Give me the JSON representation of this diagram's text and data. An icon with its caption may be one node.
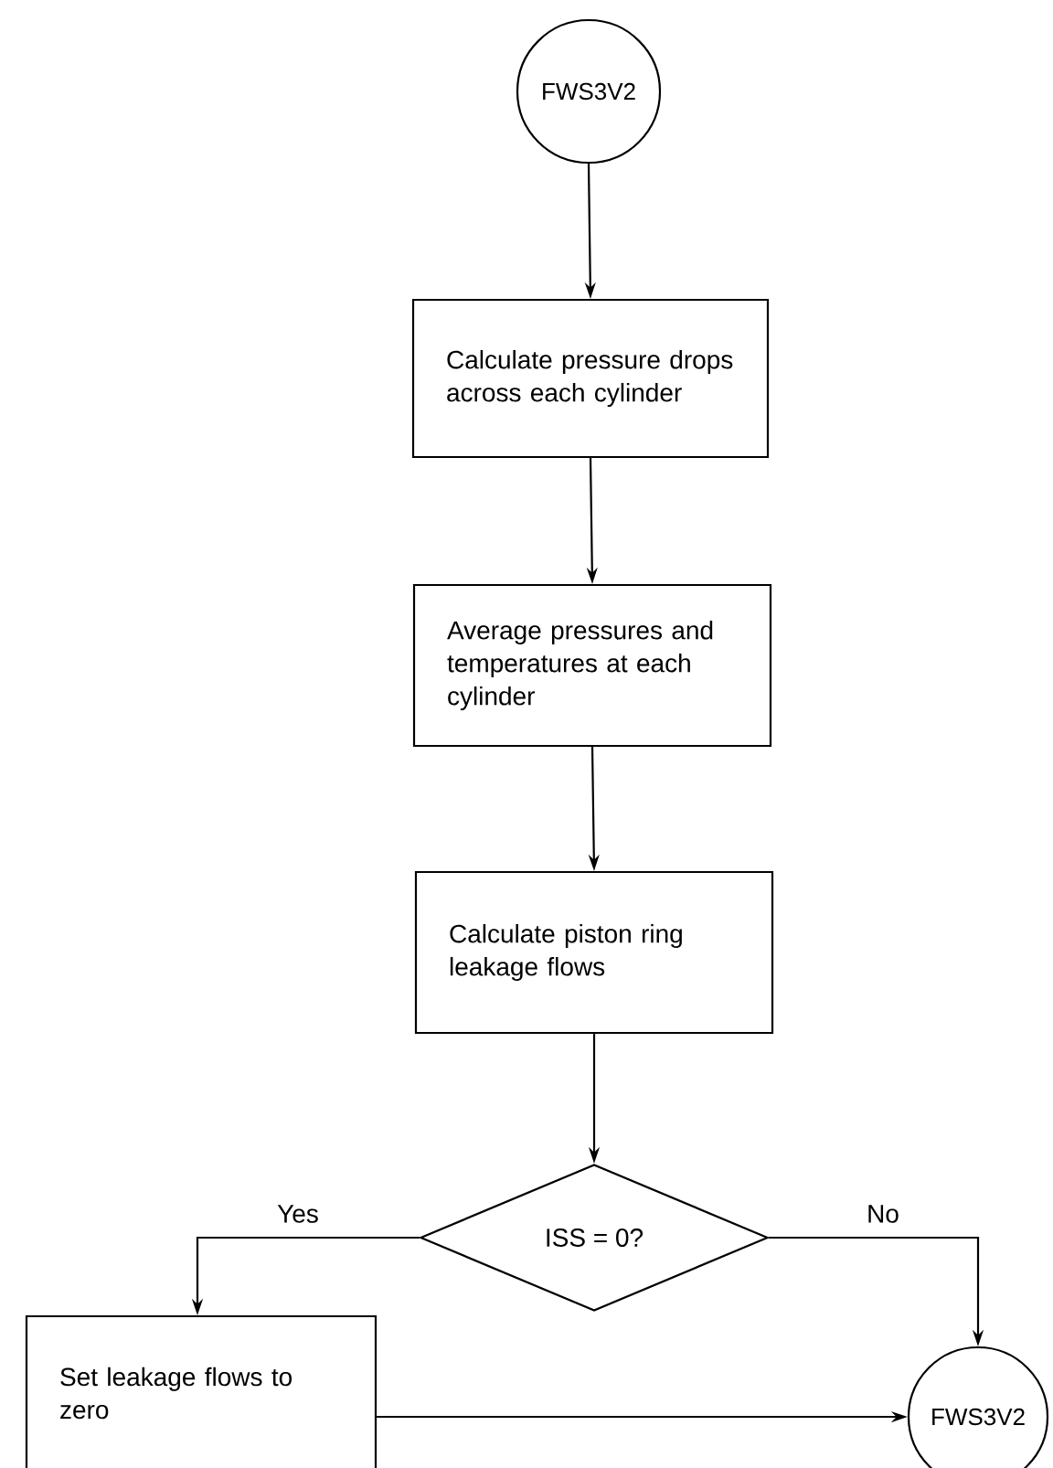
{
  "diagram": {
    "nodes": [
      {
        "text": [
          "FWS3V2"
        ]
      },
      {
        "text": [
          "Calculate pressure drops across each cylinder"
        ]
      },
      {
        "text": [
          "Average pressures and temperatures at each cylinder"
        ]
      },
      {
        "text": [
          "Calculate piston ring leakage flows"
        ]
      },
      {
        "text": [
          "ISS = 0?"
        ]
      },
      {
        "text": [
          "Set leakage flows to zero"
        ]
      },
      {
        "text": [
          "FWS3V2"
        ]
      }
    ],
    "edges": [
      {
        "from": 0,
        "to": 1,
        "arrow": "to"
      },
      {
        "from": 1,
        "to": 2,
        "arrow": "to"
      },
      {
        "from": 2,
        "to": 3,
        "arrow": "to"
      },
      {
        "from": 3,
        "to": 4,
        "arrow": "to"
      },
      {
        "from": 4,
        "to": 5,
        "arrow": "to",
        "label": "Yes"
      },
      {
        "from": 4,
        "to": 6,
        "arrow": "to",
        "label": "No"
      },
      {
        "from": 5,
        "to": 6,
        "arrow": "to"
      }
    ]
  }
}
